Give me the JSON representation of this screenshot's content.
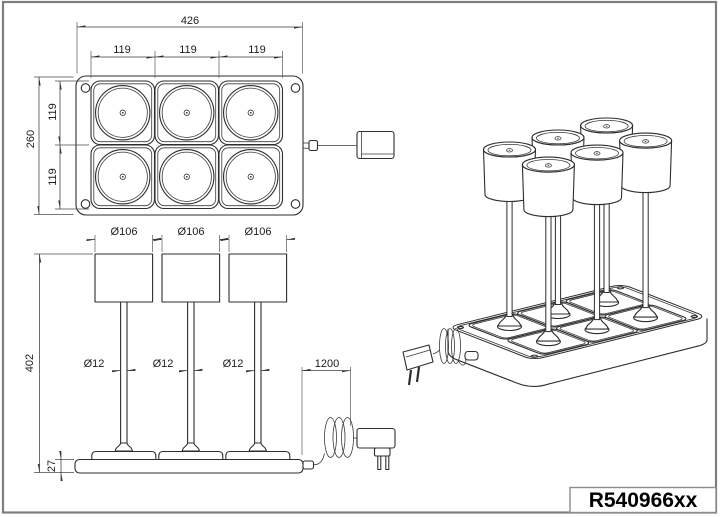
{
  "drawing": {
    "top_view": {
      "width_total": "426",
      "col_widths": [
        "119",
        "119",
        "119"
      ],
      "depth_total": "260",
      "row_depths": [
        "119",
        "119"
      ]
    },
    "front_view": {
      "shade_diameters": [
        "Ø106",
        "Ø106",
        "Ø106"
      ],
      "pole_diameters": [
        "Ø12",
        "Ø12",
        "Ø12"
      ],
      "height_total": "402",
      "base_height": "27",
      "cable_length": "1200"
    },
    "title_block": {
      "part_number": "R540966xx"
    }
  }
}
